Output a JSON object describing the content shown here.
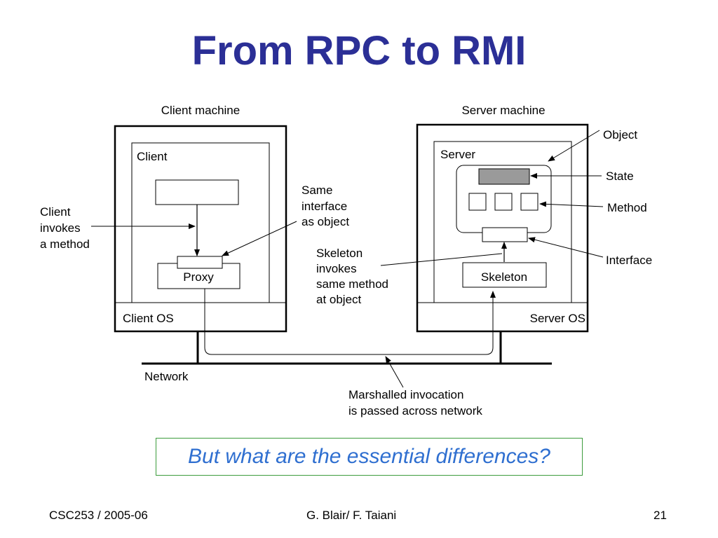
{
  "slide": {
    "title": "From RPC to RMI",
    "question": "But what are the essential differences?"
  },
  "diagram": {
    "client_machine": "Client machine",
    "server_machine": "Server machine",
    "client": "Client",
    "server": "Server",
    "proxy": "Proxy",
    "skeleton": "Skeleton",
    "client_os": "Client OS",
    "server_os": "Server OS",
    "network": "Network",
    "client_invokes": [
      "Client",
      "invokes",
      "a method"
    ],
    "same_interface": [
      "Same",
      "interface",
      "as object"
    ],
    "skeleton_invokes": [
      "Skeleton",
      "invokes",
      "same method",
      "at object"
    ],
    "marshalled": [
      "Marshalled invocation",
      "is passed across network"
    ],
    "object": "Object",
    "state": "State",
    "method": "Method",
    "interface": "Interface"
  },
  "footer": {
    "course": "CSC253 / 2005-06",
    "authors": "G. Blair/ F. Taiani",
    "page": "21"
  },
  "colors": {
    "title": "#2b2f96",
    "question": "#2f6fd0",
    "question_border": "#3c9c3c",
    "state_fill": "#9a9a9a"
  }
}
